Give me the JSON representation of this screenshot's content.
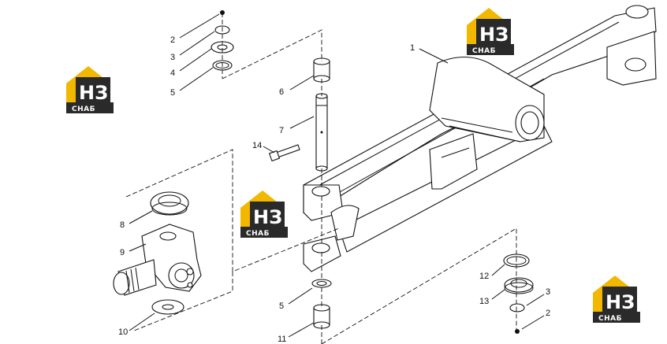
{
  "colors": {
    "logo_gold": "#f2b800",
    "logo_dark": "#2a2a2a",
    "line": "#111111"
  },
  "logo": {
    "big": "НЗ",
    "small": "СНАБ"
  },
  "callouts": [
    "1",
    "2",
    "3",
    "4",
    "5",
    "6",
    "7",
    "8",
    "9",
    "10",
    "11",
    "12",
    "13",
    "14",
    "5",
    "3",
    "2"
  ]
}
